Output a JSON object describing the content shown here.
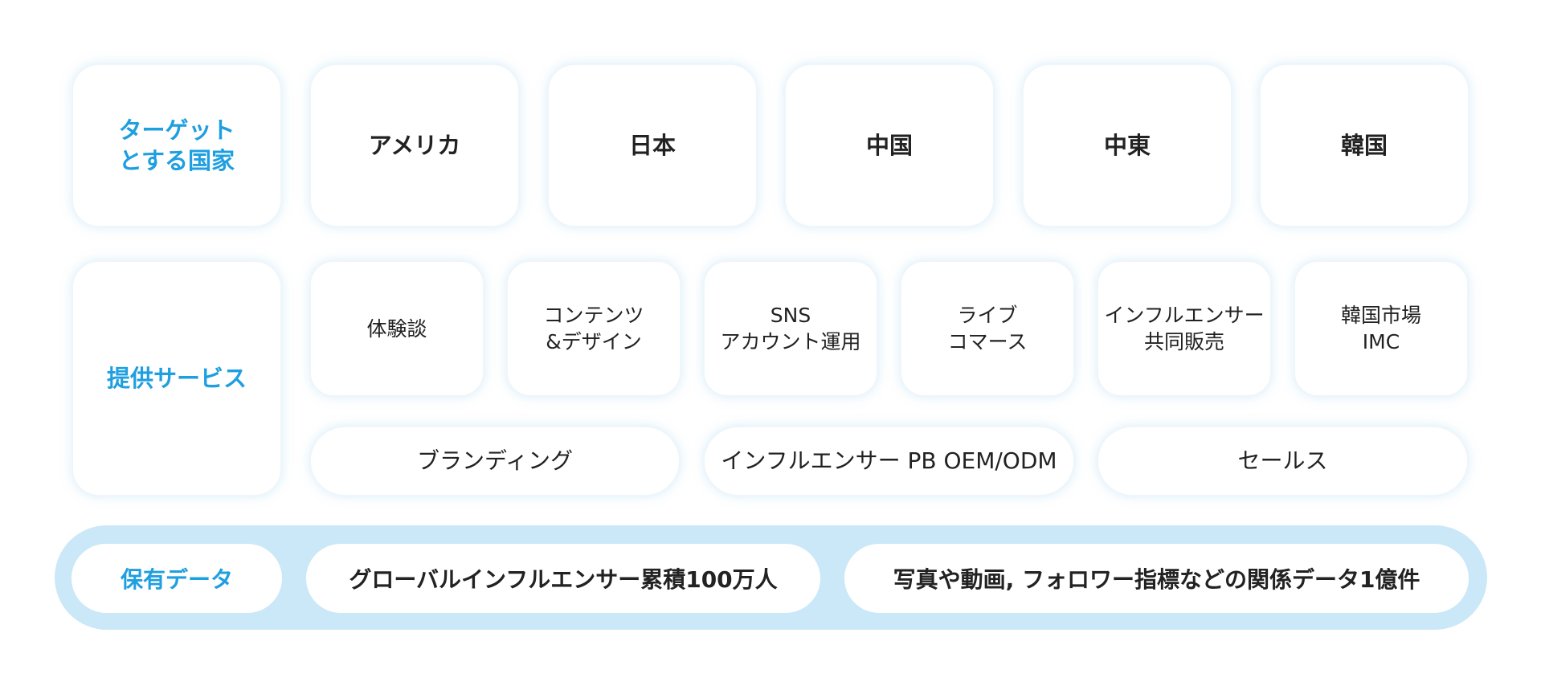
{
  "target_row": {
    "label": "ターゲット\nとする国家",
    "countries": [
      "アメリカ",
      "日本",
      "中国",
      "中東",
      "韓国"
    ]
  },
  "services_row": {
    "label": "提供サービス",
    "items": [
      "体験談",
      "コンテンツ\n&デザイン",
      "SNS\nアカウント運用",
      "ライブ\nコマース",
      "インフルエンサー\n共同販売",
      "韓国市場\nIMC"
    ],
    "wide_items": [
      "ブランディング",
      "インフルエンサー PB OEM/ODM",
      "セールス"
    ]
  },
  "data_row": {
    "label": "保有データ",
    "items": [
      "グローバルインフルエンサー累積100万人",
      "写真や動画, フォロワー指標などの関係データ1億件"
    ]
  },
  "colors": {
    "accent": "#1e9fe0",
    "band": "#cbe8f8",
    "text": "#222222"
  }
}
